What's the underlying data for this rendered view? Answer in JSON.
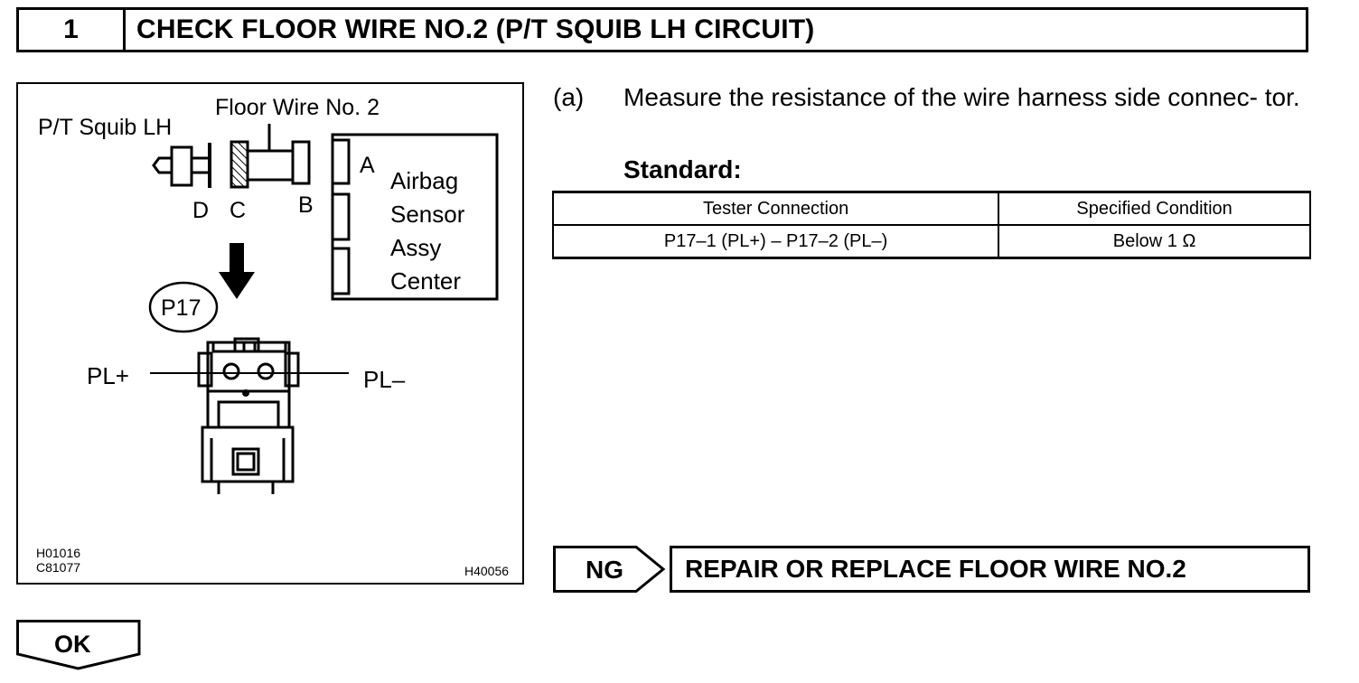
{
  "header": {
    "step_number": "1",
    "title": "CHECK FLOOR WIRE NO.2 (P/T SQUIB LH CIRCUIT)"
  },
  "figure": {
    "labels": {
      "floor_wire": "Floor Wire No. 2",
      "squib": "P/T Squib LH",
      "conn_a": "A",
      "conn_b": "B",
      "conn_c": "C",
      "conn_d": "D",
      "sensor_line1": "Airbag",
      "sensor_line2": "Sensor",
      "sensor_line3": "Assy",
      "sensor_line4": "Center",
      "connector_id": "P17",
      "pl_plus": "PL+",
      "pl_minus": "PL–",
      "code1": "H01016",
      "code2": "C81077",
      "code3": "H40056"
    }
  },
  "instruction": {
    "tag": "(a)",
    "text": "Measure the resistance of the wire harness side connec- tor.",
    "standard_label": "Standard:"
  },
  "spec_table": {
    "headers": [
      "Tester Connection",
      "Specified Condition"
    ],
    "rows": [
      [
        "P17–1 (PL+) – P17–2 (PL–)",
        "Below 1 Ω"
      ]
    ]
  },
  "ng": {
    "label": "NG",
    "action": "REPAIR OR REPLACE FLOOR WIRE NO.2"
  },
  "ok": {
    "label": "OK"
  }
}
